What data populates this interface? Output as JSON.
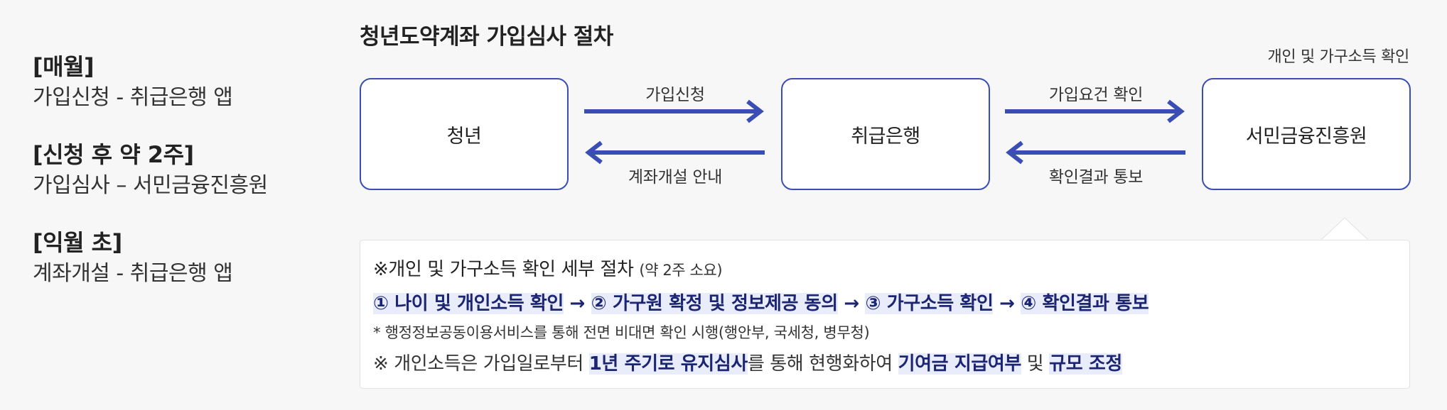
{
  "schedule": [
    {
      "label": "[매월]",
      "desc": "가입신청 - 취급은행 앱"
    },
    {
      "label": "[신청 후 약 2주]",
      "desc": "가입심사 – 서민금융진흥원"
    },
    {
      "label": "[익월 초]",
      "desc": "계좌개설 - 취급은행 앱"
    }
  ],
  "diagram": {
    "title": "청년도약계좌 가입심사 절차",
    "top_note": "개인 및 가구소득 확인",
    "nodes": [
      "청년",
      "취급은행",
      "서민금융진흥원"
    ],
    "arrows": {
      "a1_forward": "가입신청",
      "a1_back": "계좌개설 안내",
      "a2_forward": "가입요건 확인",
      "a2_back": "확인결과 통보"
    },
    "arrow_color": "#3a4db5"
  },
  "detail": {
    "line1_main": "※개인 및 가구소득 확인 세부 절차 ",
    "line1_small": "(약 2주 소요)",
    "steps": [
      "① 나이 및 개인소득 확인",
      "② 가구원 확정 및 정보제공 동의",
      "③ 가구소득 확인",
      "④ 확인결과 통보"
    ],
    "step_sep": " → ",
    "line3": "* 행정정보공동이용서비스를 통해 전면 비대면 확인 시행(행안부, 국세청, 병무청)",
    "line4_a": "※ 개인소득은 가입일로부터 ",
    "line4_b": "1년 주기로 유지심사",
    "line4_c": "를 통해 현행화하여 ",
    "line4_d": "기여금 지급여부",
    "line4_e": " 및 ",
    "line4_f": "규모 조정"
  }
}
